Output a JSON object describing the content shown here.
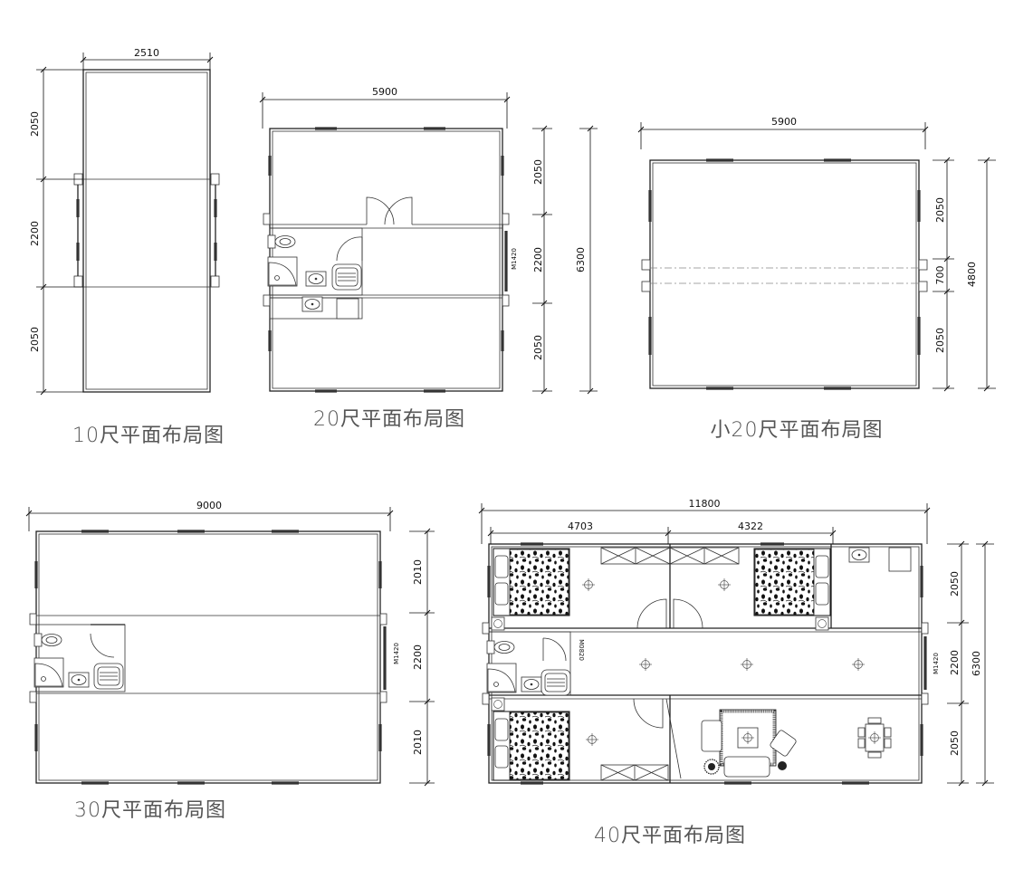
{
  "plans": {
    "p10": {
      "title": "10尺平面布局图",
      "width": "2510",
      "heights": [
        "2050",
        "2200",
        "2050"
      ]
    },
    "p20": {
      "title": "20尺平面布局图",
      "width": "5900",
      "heights": [
        "2050",
        "2200",
        "2050"
      ],
      "total": "6300",
      "door_tag": "M1420"
    },
    "psmall20": {
      "title": "小20尺平面布局图",
      "width": "5900",
      "heights": [
        "2050",
        "700",
        "2050"
      ],
      "total": "4800"
    },
    "p30": {
      "title": "30尺平面布局图",
      "width": "9000",
      "heights": [
        "2010",
        "2200",
        "2010"
      ],
      "door_tag": "M1420"
    },
    "p40": {
      "title": "40尺平面布局图",
      "width": "11800",
      "sub_widths": [
        "4703",
        "4322"
      ],
      "heights": [
        "2050",
        "2200",
        "2050"
      ],
      "total": "6300",
      "door_tags": [
        "M1420",
        "M0820"
      ]
    }
  }
}
